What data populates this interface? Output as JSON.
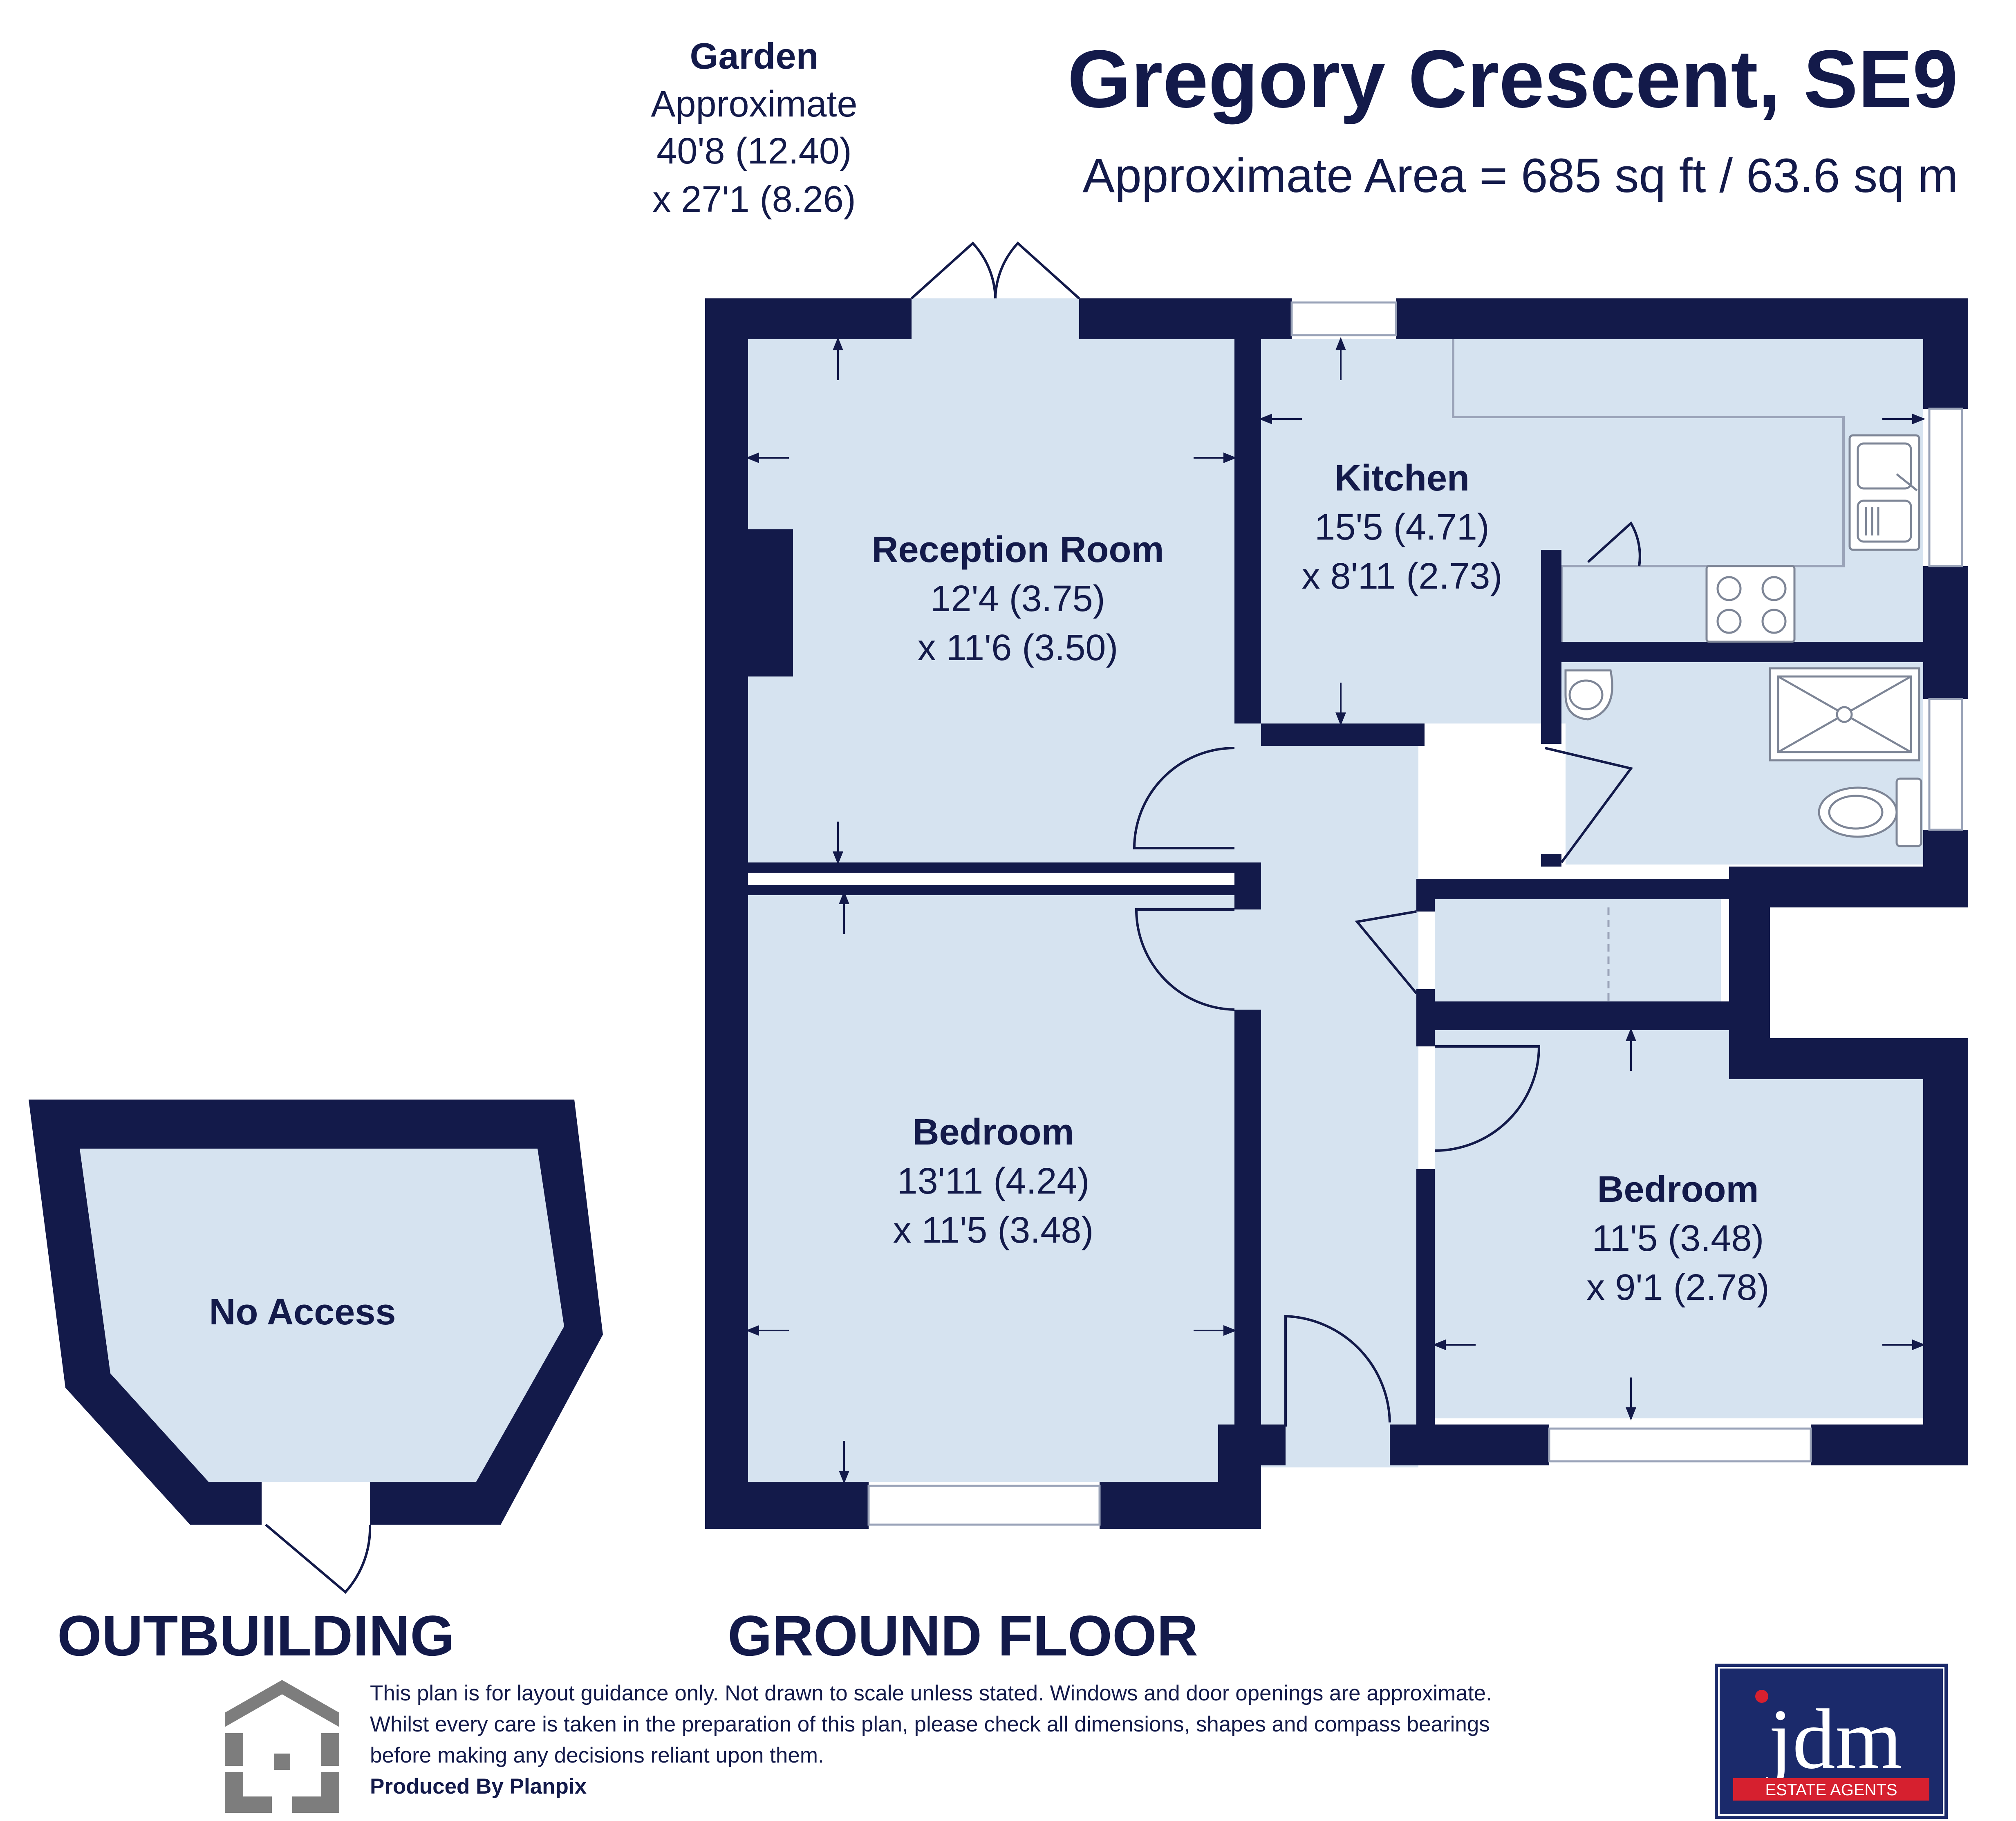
{
  "title": "Gregory Crescent, SE9",
  "area": "Approximate Area = 685 sq ft /  63.6 sq m",
  "garden": {
    "name": "Garden",
    "note": "Approximate",
    "dim1": "40'8 (12.40)",
    "dim2": "x 27'1 (8.26)"
  },
  "rooms": {
    "reception": {
      "name": "Reception Room",
      "dim1": "12'4 (3.75)",
      "dim2": "x 11'6 (3.50)"
    },
    "kitchen": {
      "name": "Kitchen",
      "dim1": "15'5 (4.71)",
      "dim2": "x 8'11 (2.73)"
    },
    "bedroom1": {
      "name": "Bedroom",
      "dim1": "13'11 (4.24)",
      "dim2": "x 11'5 (3.48)"
    },
    "bedroom2": {
      "name": "Bedroom",
      "dim1": "11'5 (3.48)",
      "dim2": "x 9'1 (2.78)"
    },
    "outbuilding": {
      "name": "No Access"
    }
  },
  "labels": {
    "outbuilding": "OUTBUILDING",
    "ground_floor": "GROUND FLOOR"
  },
  "disclaimer": {
    "text": "This plan is for layout guidance only. Not drawn to scale unless stated. Windows and door openings are approximate. Whilst every care is taken in the preparation of this plan, please check all dimensions, shapes and compass bearings before making any decisions reliant upon them.",
    "producer": "Produced By Planpix"
  },
  "logo": {
    "text": "jdm",
    "subtitle": "ESTATE AGENTS"
  },
  "icons": {
    "planpix": "planpix-logo-icon",
    "door": "door-swing-icon",
    "sink": "sink-icon",
    "hob": "hob-icon",
    "shower": "shower-tray-icon",
    "toilet": "toilet-icon",
    "basin": "basin-icon"
  },
  "colors": {
    "wall": "#131a4a",
    "room_fill": "#d6e3f0",
    "text": "#131a4a",
    "logo_bg": "#1b2a6b",
    "logo_accent": "#d6202f",
    "planpix_icon": "#7d7d7d",
    "window": "#ffffff"
  }
}
